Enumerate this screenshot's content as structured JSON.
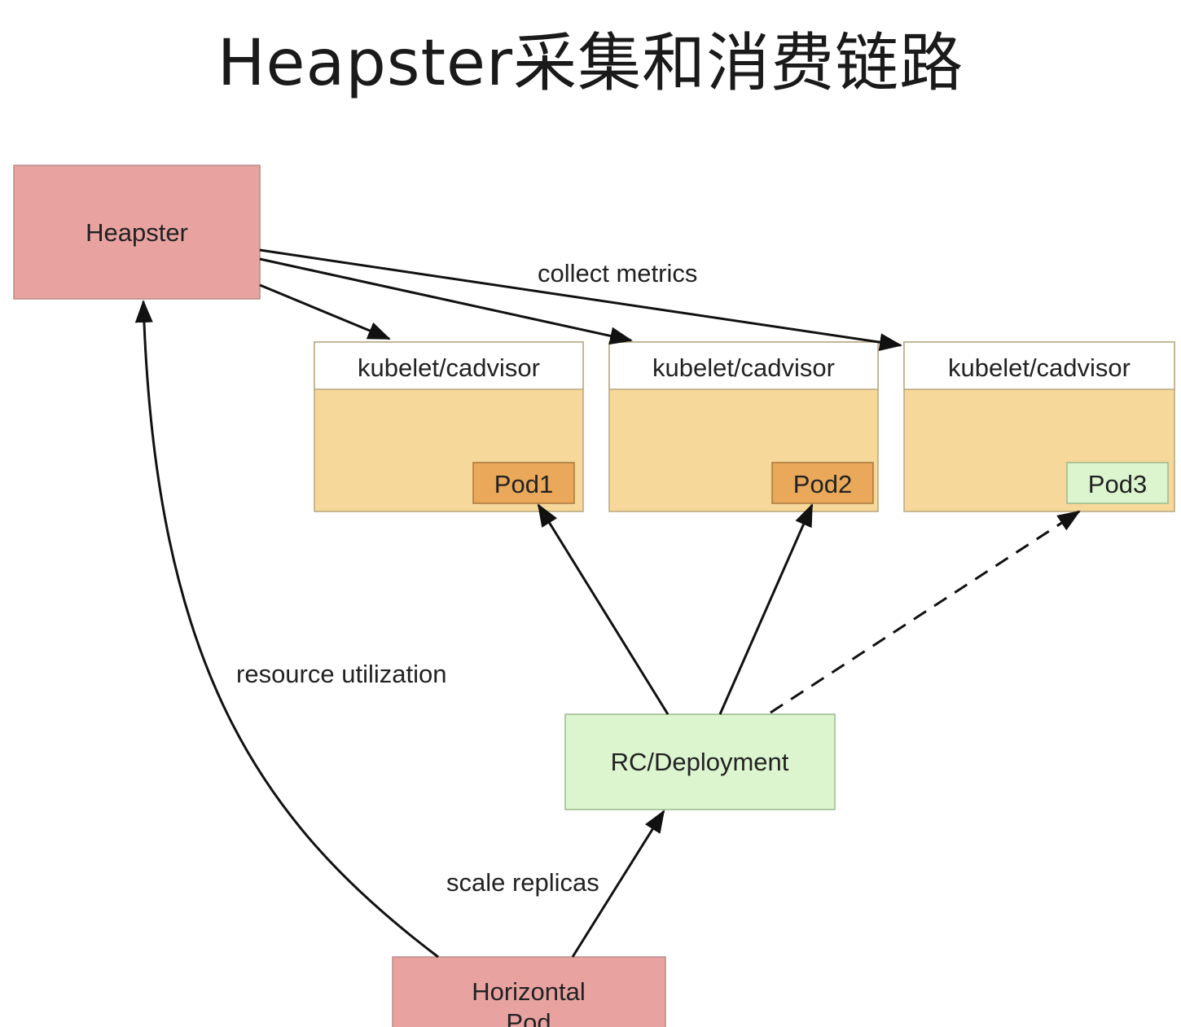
{
  "title": "Heapster采集和消费链路",
  "nodes": {
    "heapster": {
      "label": "Heapster",
      "color": "#e8a3a1"
    },
    "nodes_header": [
      "kubelet/cadvisor",
      "kubelet/cadvisor",
      "kubelet/cadvisor"
    ],
    "node_body_color": "#f6d89a",
    "pods": [
      {
        "label": "Pod1",
        "color": "#e9a85a"
      },
      {
        "label": "Pod2",
        "color": "#e9a85a"
      },
      {
        "label": "Pod3",
        "color": "#dcf5cf"
      }
    ],
    "rc_deployment": {
      "label": "RC/Deployment",
      "color": "#dcf5cf"
    },
    "hpa": {
      "label_line1": "Horizontal",
      "label_line2": "Pod",
      "color": "#e8a3a1"
    }
  },
  "edges": {
    "collect_metrics": "collect metrics",
    "resource_utilization": "resource utilization",
    "scale_replicas": "scale replicas"
  }
}
